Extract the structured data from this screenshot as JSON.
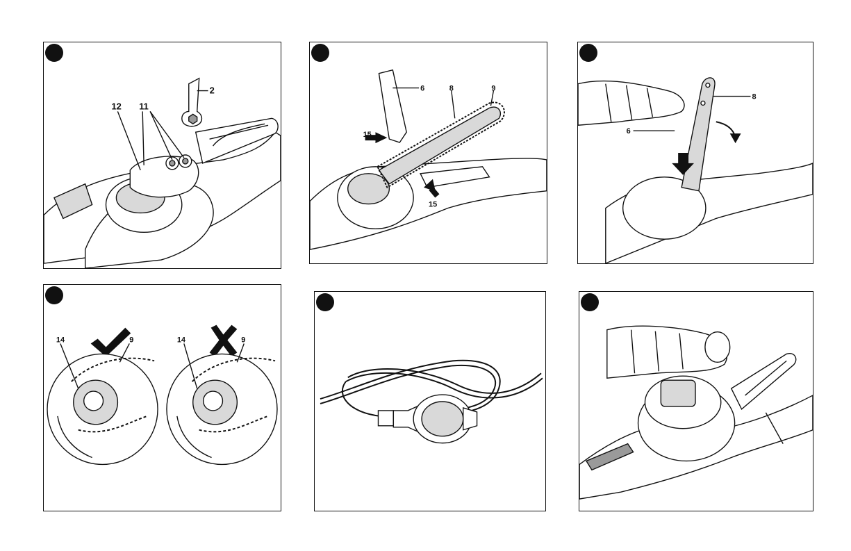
{
  "panels": [
    {
      "id": "a",
      "labels": {
        "l2": "2",
        "l11": "11",
        "l12": "12"
      }
    },
    {
      "id": "b",
      "labels": {
        "l6": "6",
        "l8": "8",
        "l9": "9",
        "l15a": "15",
        "l15b": "15"
      }
    },
    {
      "id": "c",
      "labels": {
        "l8": "8",
        "l6": "6"
      }
    },
    {
      "id": "d",
      "labels": {
        "l14a": "14",
        "l9a": "9",
        "l14b": "14",
        "l9b": "9"
      },
      "icons": [
        "check-mark-icon",
        "cross-mark-icon"
      ]
    },
    {
      "id": "e",
      "icons": [
        "power-plug-icon"
      ]
    },
    {
      "id": "f",
      "labels": {}
    }
  ],
  "colors": {
    "line": "#111111",
    "shade": "#d9d9d9",
    "dark": "#9a9a9a"
  }
}
